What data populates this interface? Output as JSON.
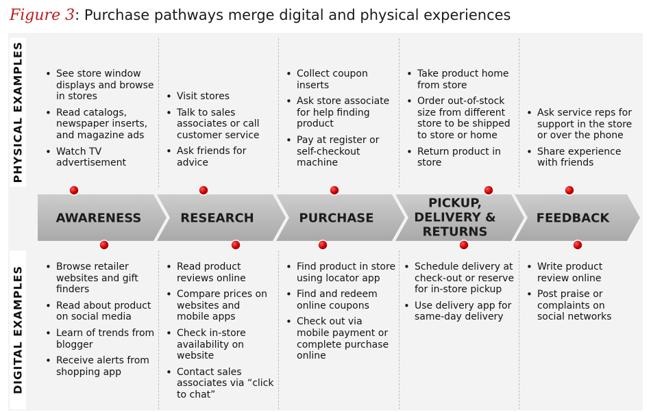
{
  "title": {
    "figure": "Figure 3",
    "text": ": Purchase pathways merge digital and physical experiences"
  },
  "side_labels": {
    "physical": "PHYSICAL EXAMPLES",
    "digital": "DIGITAL EXAMPLES"
  },
  "stages": [
    "AWARENESS",
    "RESEARCH",
    "PURCHASE",
    "PICKUP, DELIVERY & RETURNS",
    "FEEDBACK"
  ],
  "colors": {
    "chevron_fill": "#b3b3b3",
    "chevron_top": "#c8c8c8",
    "marker_red": "#cc0000",
    "figure_red": "#c01818"
  },
  "physical": [
    [
      "See store window displays and browse in stores",
      "Read catalogs, newspaper inserts, and magazine ads",
      "Watch TV advertisement"
    ],
    [
      "Visit stores",
      "Talk to sales associates or call customer service",
      "Ask friends for advice"
    ],
    [
      "Collect coupon inserts",
      "Ask store associate for help finding product",
      "Pay at register or self-checkout machine"
    ],
    [
      "Take product home from store",
      "Order out-of-stock size from different store to be shipped to store or home",
      "Return product in store"
    ],
    [
      "Ask service reps for support in the store or over the phone",
      "Share experience with friends"
    ]
  ],
  "digital": [
    [
      "Browse retailer websites and gift finders",
      "Read about product on social media",
      "Learn of trends from blogger",
      "Receive alerts from shopping app"
    ],
    [
      "Read product reviews online",
      "Compare prices on websites and mobile apps",
      "Check in-store availability on website",
      "Contact sales associates via “click to chat”"
    ],
    [
      "Find product in store using locator app",
      "Find and redeem online coupons",
      "Check out via mobile payment or complete purchase online"
    ],
    [
      "Schedule delivery at check-out or reserve for in-store pickup",
      "Use delivery app for same-day delivery"
    ],
    [
      "Write product review online",
      "Post praise or complaints on social networks"
    ]
  ]
}
